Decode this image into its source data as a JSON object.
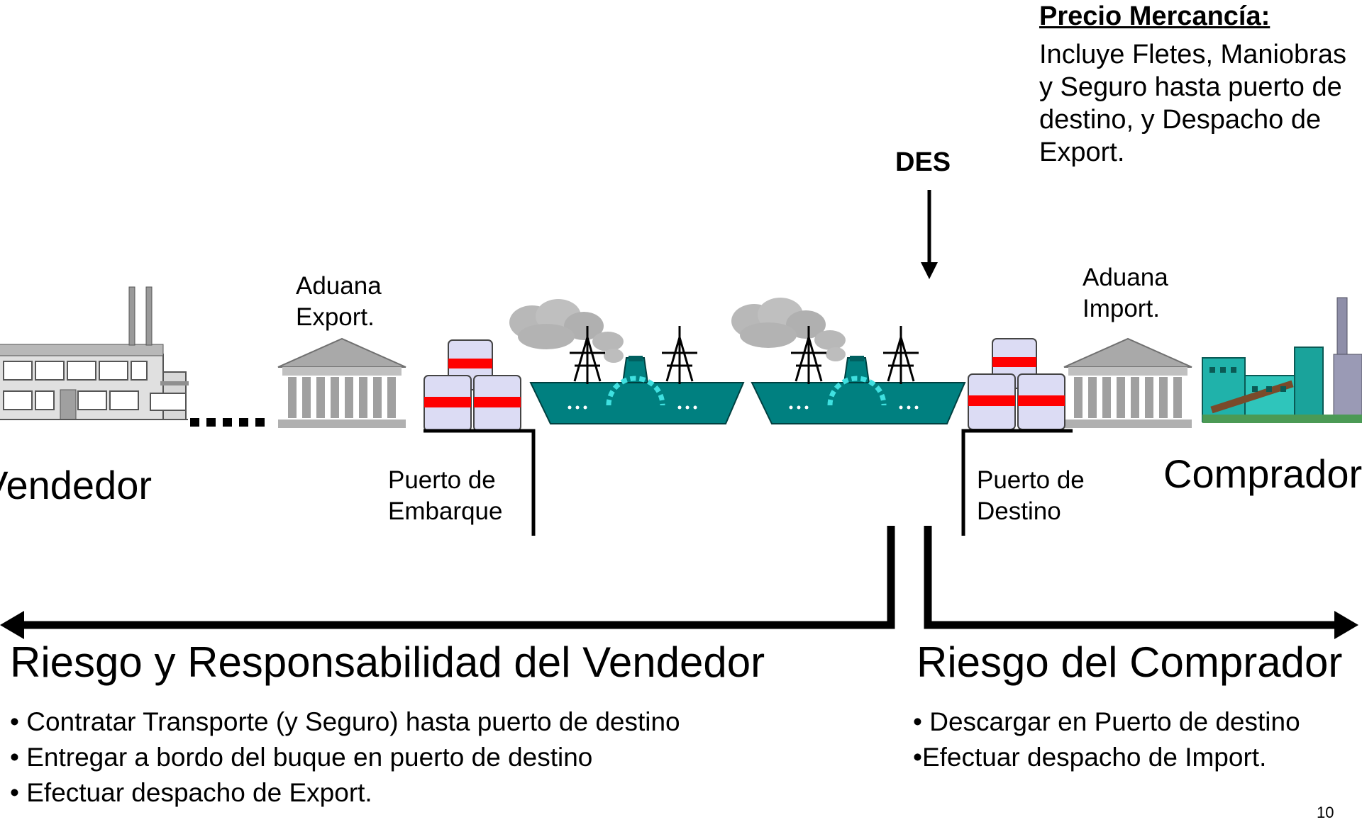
{
  "price_box": {
    "title": "Precio Mercancía:",
    "lines": [
      "Incluye Fletes, Maniobras",
      "y Seguro hasta puerto de",
      "destino, y Despacho de",
      "Export."
    ]
  },
  "des_label": "DES",
  "customs_export": {
    "line1": "Aduana",
    "line2": "Export."
  },
  "customs_import": {
    "line1": "Aduana",
    "line2": "Import."
  },
  "port_shipment": {
    "line1": "Puerto de",
    "line2": "Embarque"
  },
  "port_destination": {
    "line1": "Puerto de",
    "line2": "Destino"
  },
  "seller_label": "Vendedor",
  "buyer_label": "Comprador",
  "seller_risk": {
    "title": "Riesgo y Responsabilidad del Vendedor",
    "bullets": [
      "• Contratar Transporte (y Seguro) hasta puerto de destino",
      "• Entregar a bordo del buque en puerto de destino",
      "• Efectuar despacho de Export."
    ]
  },
  "buyer_risk": {
    "title": "Riesgo del Comprador",
    "bullets": [
      "• Descargar en Puerto de destino",
      "•Efectuar despacho de Import."
    ]
  },
  "page_number": "10",
  "icons": [
    "factory-icon",
    "customs-building-icon",
    "container-stack-icon",
    "steamship-icon",
    "industrial-plant-icon"
  ],
  "colors": {
    "ship": "#008080",
    "smoke": "#b8b8b8",
    "container_band": "#ff0000",
    "container_body": "#dcdcf4",
    "plant": "#20b2aa"
  }
}
